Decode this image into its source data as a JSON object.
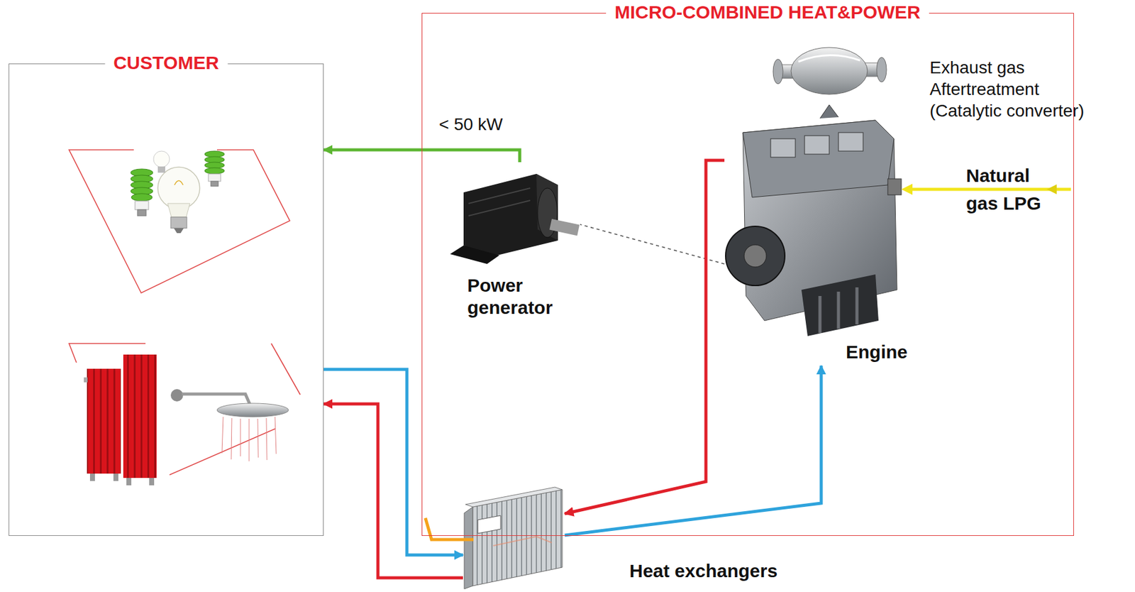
{
  "diagram": {
    "nodes": [
      {
        "text": [
          "CUSTOMER"
        ]
      },
      {
        "text": [
          "MICRO-COMBINED HEAT&POWER"
        ]
      },
      {
        "text": [
          "Power generator"
        ],
        "in": 1
      },
      {
        "text": [
          "Engine"
        ],
        "in": 1
      },
      {
        "text": [
          "Heat exchangers"
        ]
      }
    ],
    "edges": [
      {
        "from": 2,
        "to": 0,
        "arrow": "to",
        "label": "< 50 kW"
      },
      {
        "from": 3,
        "to": 2,
        "arrow": "none"
      },
      {
        "from": 3,
        "to": 4,
        "arrow": "to"
      },
      {
        "from": 4,
        "to": 3,
        "arrow": "to"
      },
      {
        "from": 0,
        "to": 4,
        "arrow": "to"
      },
      {
        "from": 4,
        "to": 0,
        "arrow": "to"
      }
    ],
    "labels": [
      "Exhaust gas Aftertreatment (Catalytic converter)",
      "Natural gas LPG"
    ]
  }
}
